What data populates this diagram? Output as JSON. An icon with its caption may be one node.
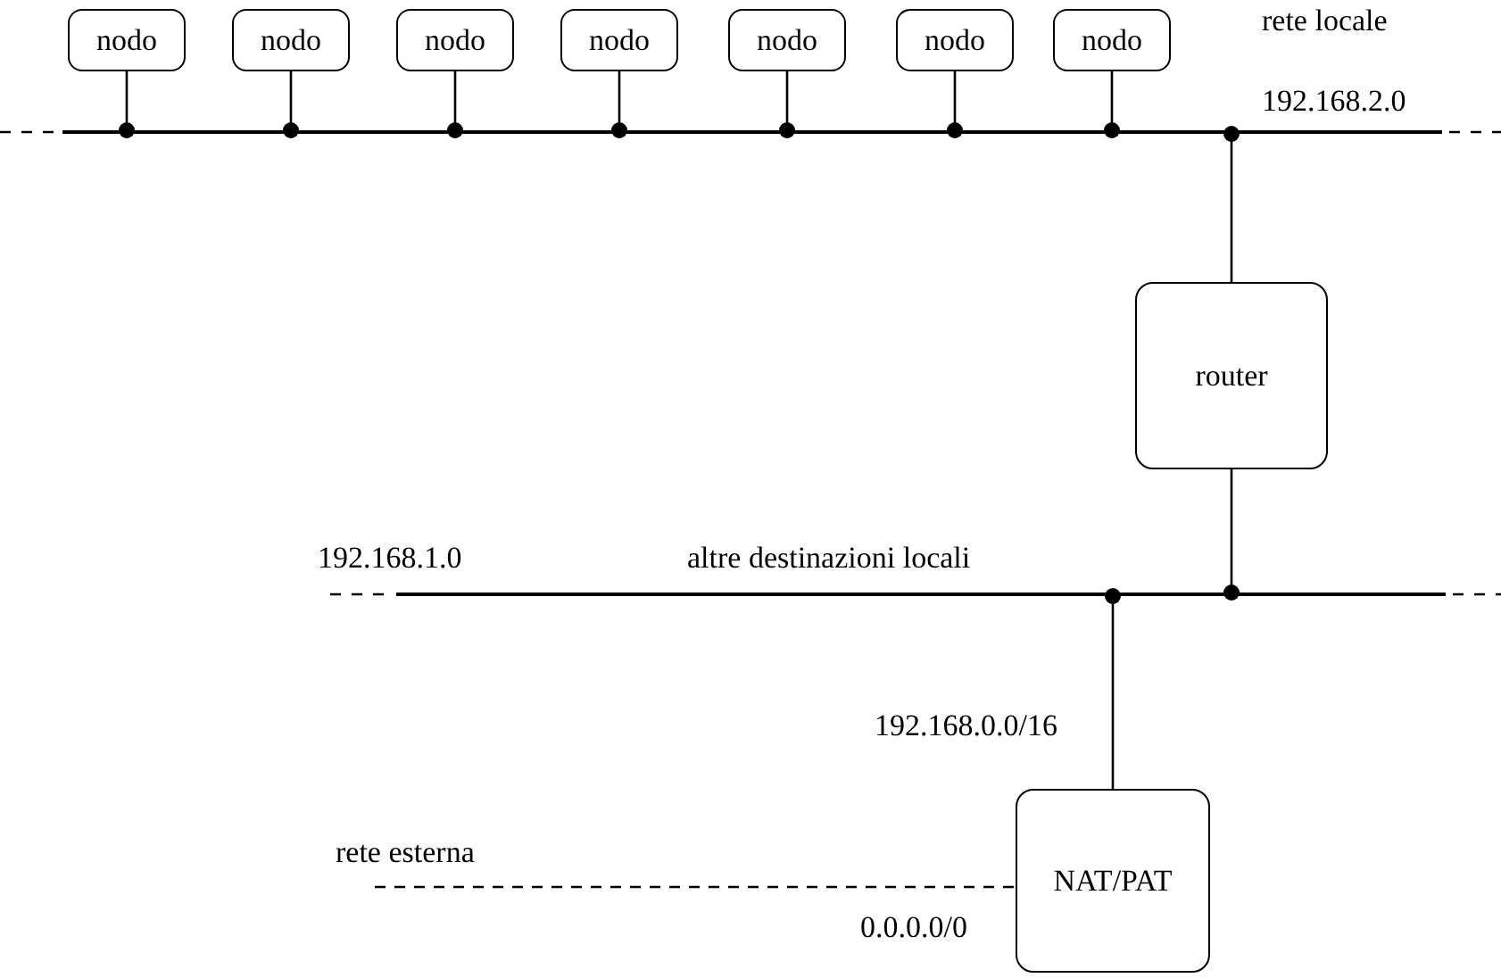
{
  "diagram": {
    "nodes": [
      {
        "text": [
          "nodo"
        ]
      },
      {
        "text": [
          "nodo"
        ]
      },
      {
        "text": [
          "nodo"
        ]
      },
      {
        "text": [
          "nodo"
        ]
      },
      {
        "text": [
          "nodo"
        ]
      },
      {
        "text": [
          "nodo"
        ]
      },
      {
        "text": [
          "nodo"
        ]
      },
      {
        "text": [],
        "shape": "bar",
        "beside": [
          "rete locale",
          "192.168.2.0"
        ]
      },
      {
        "text": [
          "router"
        ]
      },
      {
        "text": [],
        "shape": "bar",
        "beside": [
          "192.168.1.0",
          "altre destinazioni locali"
        ]
      },
      {
        "text": [
          "NAT/PAT"
        ]
      }
    ],
    "edges": [
      {
        "from": 0,
        "to": 7,
        "arrow": "other"
      },
      {
        "from": 1,
        "to": 7,
        "arrow": "other"
      },
      {
        "from": 2,
        "to": 7,
        "arrow": "other"
      },
      {
        "from": 3,
        "to": 7,
        "arrow": "other"
      },
      {
        "from": 4,
        "to": 7,
        "arrow": "other"
      },
      {
        "from": 5,
        "to": 7,
        "arrow": "other"
      },
      {
        "from": 6,
        "to": 7,
        "arrow": "other"
      },
      {
        "from": 8,
        "to": 7,
        "arrow": "other"
      },
      {
        "from": 8,
        "to": 9,
        "arrow": "other"
      },
      {
        "from": 10,
        "to": 9,
        "arrow": "other",
        "label": "192.168.0.0/16"
      },
      {
        "from": null,
        "to": 10,
        "arrow": "none",
        "style": "dashed",
        "label": "rete esterna"
      }
    ],
    "labels": [
      "0.0.0.0/0"
    ]
  }
}
